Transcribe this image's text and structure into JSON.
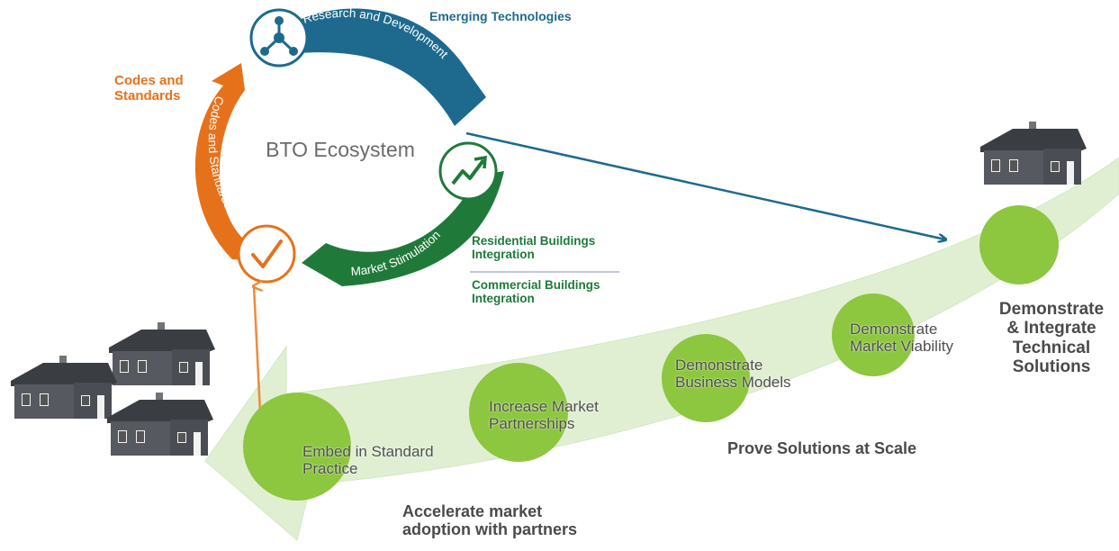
{
  "ecosystem": {
    "center_title": "BTO Ecosystem",
    "segments": {
      "research": "Research and Development",
      "codes": "Codes and Standards",
      "market": "Market Stimulation"
    }
  },
  "side_labels": {
    "emerging": "Emerging Technologies",
    "codes": "Codes and\nStandards",
    "residential": "Residential Buildings\nIntegration",
    "commercial": "Commercial Buildings\nIntegration"
  },
  "steps": [
    {
      "label": "Embed in Standard\nPractice"
    },
    {
      "label": "Increase Market\nPartnerships"
    },
    {
      "label": "Demonstrate\nBusiness Models"
    },
    {
      "label": "Demonstrate\nMarket Viability"
    }
  ],
  "headline": "Demonstrate\n& Integrate\nTechnical\nSolutions",
  "phases": {
    "scale": "Prove Solutions at Scale",
    "accelerate": "Accelerate market\nadoption with partners"
  },
  "icons": {
    "research": "molecule-icon",
    "codes": "checkmark-icon",
    "market": "trend-up-icon",
    "house": "house-icon"
  },
  "colors": {
    "research": "#1d6a8e",
    "codes": "#e5721b",
    "market": "#1f7a3a",
    "circle": "#8dc63f",
    "arrow_fill": "#e0efd2",
    "blue_arrow": "#1d6a8e",
    "orange_arrow": "#f08a3a",
    "house": "#4f545a"
  }
}
